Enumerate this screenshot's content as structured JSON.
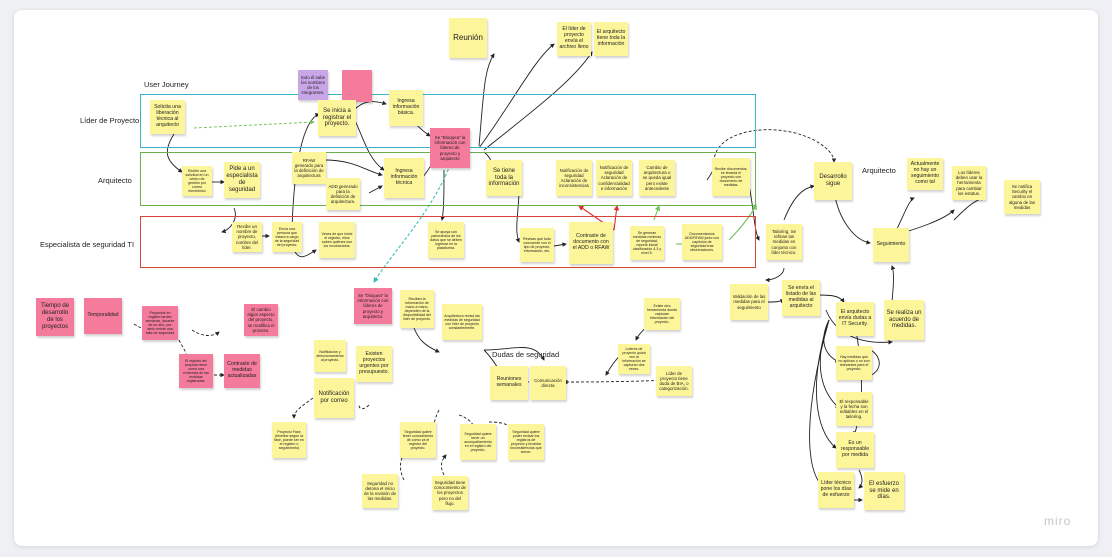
{
  "board": {
    "brand": "miro"
  },
  "lanes": {
    "user_journey": "User Journey",
    "lider": "Líder de Proyecto",
    "arquitecto": "Arquitecto",
    "especialista": "Especialista de seguridad TI"
  },
  "labels": {
    "arquitecto_right": "Arquitecto",
    "dudas": "Dudas de seguridad"
  },
  "notes": {
    "n01": "Solicita una liberación técnica al arquitecto",
    "n02": "Solo él sabe los nombres de los integrantes.",
    "n03": "Se inicia a registrar el proyecto.",
    "n04": "Ingresa información básica.",
    "n05": "Se \"Bloquea\" la información con líderes de proyecto y arquitecto",
    "n06": "Reunión",
    "n07": "El líder de proyecto envía el archivo lleno",
    "n08": "El arquitecto tiene toda la información",
    "n09": "Recibe una solicitud en un centro de gestión por correo electrónico",
    "n10": "Pide a un especialista de seguridad",
    "n11": "RFAW generado para la definición de arquitectura",
    "n12": "ADD generado para la definición de arquitectura.",
    "n13": "Ingresa información técnica",
    "n14": "Se tiene toda la información",
    "n15": "Notificación de seguridad Aclaración de inconsistencias",
    "n16": "Notificación de seguridad Aclaración de confidencialidad e información",
    "n17": "Cambio de arquitectura o se queda igual pero existe antecedente",
    "n18": "Recibe documentos, se levanta el proyecto con documento de medidas.",
    "n19": "Desarrollo sigue",
    "n20": "Recibe un nombre de proyecto, nombre del líder.",
    "n21": "Envía una persona que estará a cargo de la seguridad del proyecto.",
    "n22": "Veces de que inicie el registro, ellos saben quiénes son los involucrados.",
    "n23": "Se apoya con panorámica de los datos que se deben ingresar en la plataforma.",
    "n24": "Revisan que todo concuerde con el tipo de proyecto, información, etc.",
    "n25": "Contraste de documento con el ADD o RFAW",
    "n26": "Se generan medidas mínimas de seguridad, reporte inicial clasificación 4-3 y nivel 5.",
    "n27": "Documentamos ADD/RFAW junto con capítulos de seguridad tras observaciones.",
    "n28": "Tailoring. Se refinan las medidas en conjunto con líder técnico.",
    "n29": "Actualmente no hay un seguimiento como tal",
    "n30": "Los líderes deben usar la herramienta para cambiar los estatus.",
    "n31": "Se notifica Security el cambio en alguna de las medidas",
    "n32": "Seguimiento",
    "n33": "Tiempo de desarrollo de los proyectos",
    "n34": "Temporalidad",
    "n35": "Proyectos en registro tardan semanas, durante de un año, por tanto existe una falta de seguridad",
    "n36": "El cambio algún aspecto del proyecto, se modifica el proceso.",
    "n37": "El registro del proyecto tiene como una evidencia de las medidas registradas.",
    "n38": "Contraste de medidas actualizadas",
    "n39": "Se \"bloquea\" la información con líderes de proyecto y arquitecto.",
    "n40": "Notificación y direccionamiento al proyecto.",
    "n41": "Existen proyectos urgentes por presupuesto.",
    "n42": "Notificación por correo",
    "n43": "Proyecto Fase (timeline según la fase, puede ser en el registro o seguimiento)",
    "n44": "Reciben la información de mano a mano, dependen de la disponibilidad del líder de proyecto.",
    "n45": "Arquitectura revisa las medidas de seguridad con líder de proyecto constantemente.",
    "n46": "Existe otra herramienta donde capturan información del proyecto.",
    "n47": "Líderes de proyecto quizá ven la información se capturan dos veces.",
    "n48": "Líder de proyecto tiene duda de BIA, o categorización.",
    "n49": "Reuniones semanales",
    "n50": "Comunicación directa",
    "n51": "Seguridad quiere tener conocimiento de cómo va el registro del proyecto.",
    "n52": "Seguridad quiere tener un acompañamiento en el registro del proyecto.",
    "n53": "Seguridad quiere poder revisar los registros de proyecto y levantar inconsistencias que vieron.",
    "n54": "Seguridad no detona el inicio de la revisión de las medidas.",
    "n55": "Seguridad tiene conocimiento de los proyectos pero no del flujo.",
    "n56": "Validación de las medidas para el seguimiento",
    "n57": "Se envía el listado de las medidas al arquitecto",
    "n58": "El arquitecto envía dudas a IT Security.",
    "n59": "Se realiza un acuerdo de medidas.",
    "n60": "Hay medidas que no aplican o no son relevantes para el proyecto.",
    "n61": "El responsable y la fecha son editables en el tailoring.",
    "n62": "Es un responsable por medida",
    "n63": "Líder técnico pone los días de esfuerzo",
    "n64": "El esfuerzo se mide en días."
  },
  "colors": {
    "lider_lane": "#37b6c8",
    "arquitecto_lane": "#6ab04c",
    "especialista_lane": "#d9453b",
    "sticky_yellow": "#fdf59a",
    "sticky_pink": "#f47b9b",
    "sticky_purple": "#c9a6e8",
    "arrow_green": "#72c25a",
    "arrow_red": "#e0302a",
    "arrow_teal": "#37c0b0"
  }
}
